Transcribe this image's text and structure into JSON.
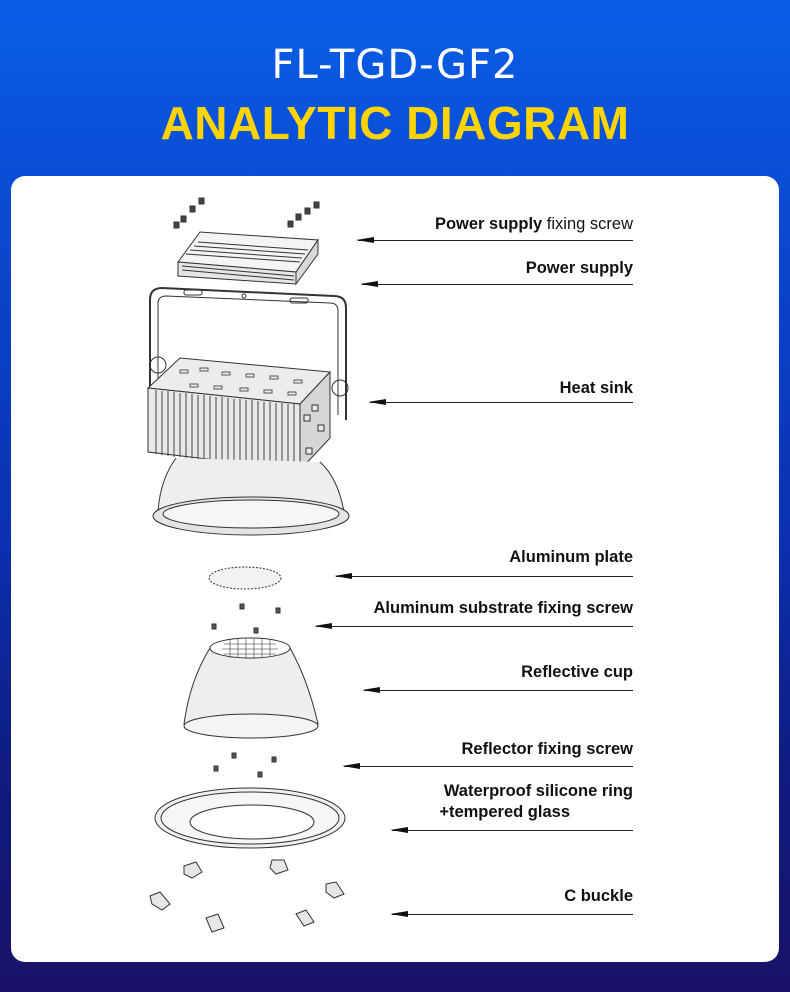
{
  "header": {
    "model": "FL-TGD-GF2",
    "title": "ANALYTIC DIAGRAM"
  },
  "labels": [
    {
      "id": "power-supply-fixing-screw",
      "bold": "Power supply",
      "light": " fixing screw"
    },
    {
      "id": "power-supply",
      "bold": "Power supply",
      "light": ""
    },
    {
      "id": "heat-sink",
      "bold": "Heat sink",
      "light": ""
    },
    {
      "id": "aluminum-plate",
      "bold": "Aluminum plate",
      "light": ""
    },
    {
      "id": "aluminum-substrate-fixing-screw",
      "bold": "Aluminum substrate fixing screw",
      "light": ""
    },
    {
      "id": "reflective-cup",
      "bold": "Reflective cup",
      "light": ""
    },
    {
      "id": "reflector-fixing-screw",
      "bold": "Reflector fixing screw",
      "light": ""
    },
    {
      "id": "waterproof-ring-line1",
      "bold": "Waterproof silicone ring",
      "light": ""
    },
    {
      "id": "waterproof-ring-line2",
      "bold": "+tempered glass",
      "light": ""
    },
    {
      "id": "c-buckle",
      "bold": "C buckle",
      "light": ""
    }
  ],
  "colors": {
    "title_yellow": "#ffd400",
    "bg_top": "#0a5fe6",
    "bg_bottom": "#1a1268"
  }
}
